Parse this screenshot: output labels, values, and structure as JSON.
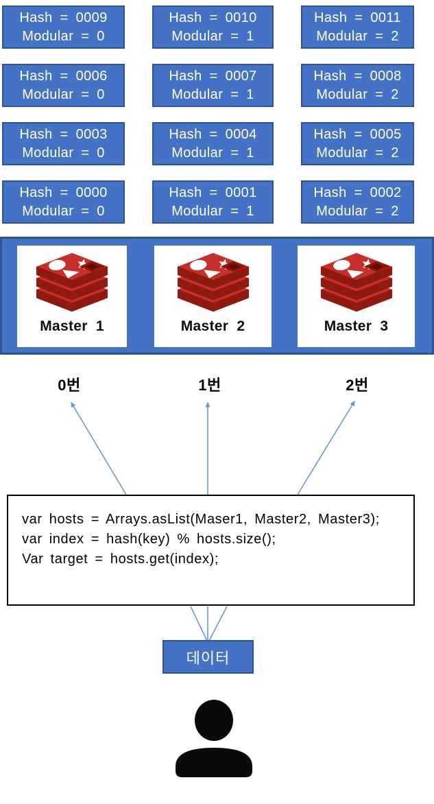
{
  "hash_boxes": [
    {
      "hash": "Hash = 0009",
      "modular": "Modular = 0"
    },
    {
      "hash": "Hash = 0010",
      "modular": "Modular = 1"
    },
    {
      "hash": "Hash = 0011",
      "modular": "Modular = 2"
    },
    {
      "hash": "Hash = 0006",
      "modular": "Modular = 0"
    },
    {
      "hash": "Hash = 0007",
      "modular": "Modular = 1"
    },
    {
      "hash": "Hash = 0008",
      "modular": "Modular = 2"
    },
    {
      "hash": "Hash = 0003",
      "modular": "Modular = 0"
    },
    {
      "hash": "Hash = 0004",
      "modular": "Modular = 1"
    },
    {
      "hash": "Hash = 0005",
      "modular": "Modular = 2"
    },
    {
      "hash": "Hash = 0000",
      "modular": "Modular = 0"
    },
    {
      "hash": "Hash = 0001",
      "modular": "Modular = 1"
    },
    {
      "hash": "Hash = 0002",
      "modular": "Modular = 2"
    }
  ],
  "cluster": {
    "masters": [
      {
        "label": "Master 1"
      },
      {
        "label": "Master 2"
      },
      {
        "label": "Master 3"
      }
    ]
  },
  "shard_labels": [
    {
      "label": "0번"
    },
    {
      "label": "1번"
    },
    {
      "label": "2번"
    }
  ],
  "code_box": {
    "lines": [
      "var hosts = Arrays.asList(Maser1, Master2, Master3);",
      "var index = hash(key) % hosts.size();",
      "Var target = hosts.get(index);"
    ]
  },
  "data_box": {
    "label": "데이터"
  },
  "icons": {
    "redis": "redis-database-icon",
    "person": "person-icon"
  },
  "colors": {
    "node_fill": "#4472C4",
    "node_border": "#2E5395",
    "arrow_blue": "#6E96CE",
    "redis_red": "#C6302B",
    "redis_dark_red": "#8E1A10",
    "code_border": "#000000",
    "text_on_blue": "#FFFFFF",
    "label_text": "#000000"
  }
}
